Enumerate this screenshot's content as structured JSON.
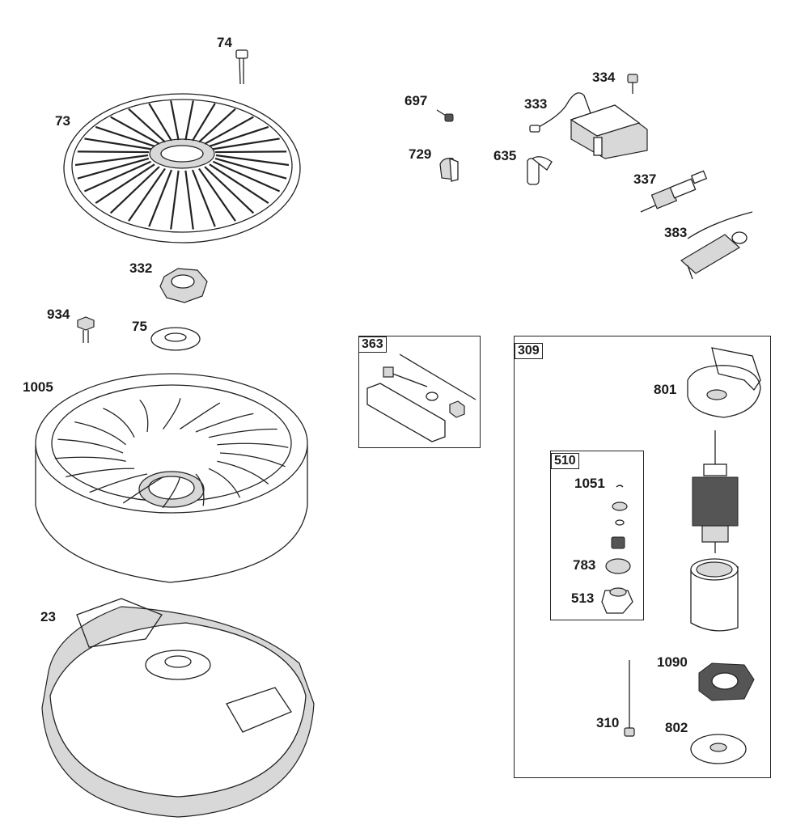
{
  "parts": [
    {
      "id": "p74",
      "label": "74"
    },
    {
      "id": "p73",
      "label": "73"
    },
    {
      "id": "p332",
      "label": "332"
    },
    {
      "id": "p934",
      "label": "934"
    },
    {
      "id": "p75",
      "label": "75"
    },
    {
      "id": "p1005",
      "label": "1005"
    },
    {
      "id": "p23",
      "label": "23"
    },
    {
      "id": "p697",
      "label": "697"
    },
    {
      "id": "p333",
      "label": "333"
    },
    {
      "id": "p334",
      "label": "334"
    },
    {
      "id": "p729",
      "label": "729"
    },
    {
      "id": "p635",
      "label": "635"
    },
    {
      "id": "p337",
      "label": "337"
    },
    {
      "id": "p383",
      "label": "383"
    },
    {
      "id": "p801",
      "label": "801"
    },
    {
      "id": "p1051",
      "label": "1051"
    },
    {
      "id": "p783",
      "label": "783"
    },
    {
      "id": "p513",
      "label": "513"
    },
    {
      "id": "p1090",
      "label": "1090"
    },
    {
      "id": "p310",
      "label": "310"
    },
    {
      "id": "p802",
      "label": "802"
    }
  ],
  "groups": [
    {
      "id": "g363",
      "label": "363"
    },
    {
      "id": "g309",
      "label": "309"
    },
    {
      "id": "g510",
      "label": "510"
    }
  ]
}
